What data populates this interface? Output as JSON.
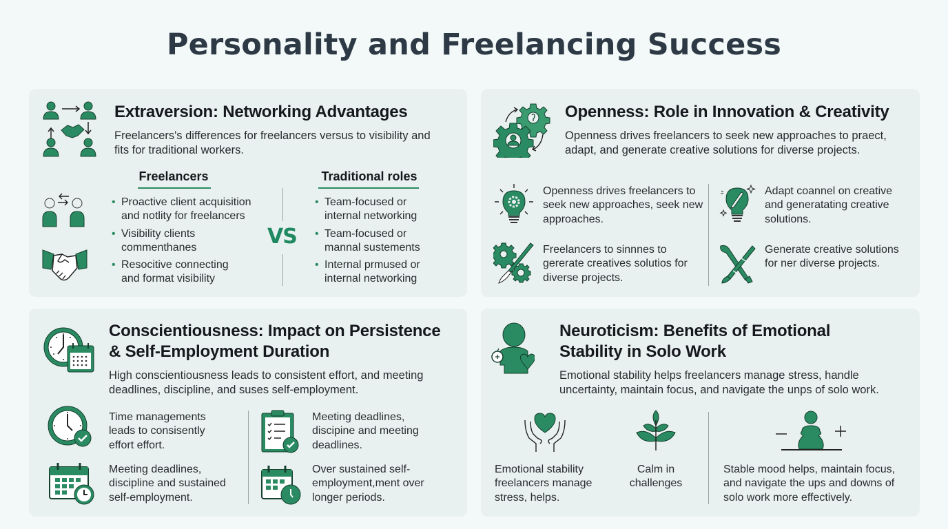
{
  "title": "Personality and Freelancing Success",
  "colors": {
    "accent": "#1f8a61",
    "icon_fill": "#2a8a62",
    "card_bg": "#e9f1f0",
    "page_bg": "#f3f9f9",
    "title": "#2d3a45"
  },
  "extraversion": {
    "icon": "networking-people-handshake-icon",
    "heading": "Extraversion: Networking Advantages",
    "description": "Freelancers's differences for freelancers versus to visibility and fits for traditional workers.",
    "freelancers": {
      "label": "Freelancers",
      "bullets": [
        "Proactive client acquisition and notlity for freelancers",
        "Visibility clients commenthanes",
        "Resocitive connecting and format visibility"
      ]
    },
    "vs_label": "VS",
    "traditional": {
      "label": "Traditional roles",
      "bullets": [
        "Team-focused or internal networking",
        "Team-focused or mannal sustements",
        "Internal prmused or internal networking"
      ]
    }
  },
  "openness": {
    "icon": "gears-lightbulb-icon",
    "heading": "Openness: Role in Innovation & Creativity",
    "description": "Openness drives freelancers to seek new approaches to praect, adapt, and generate creative solutions for diverse projects.",
    "items": [
      {
        "icon": "lightbulb-gear-icon",
        "text": "Openness drives freelancers to seek new approaches, seek new approaches."
      },
      {
        "icon": "lightbulb-pen-icon",
        "text": "Adapt coannel on creative and generatating creative solutions."
      },
      {
        "icon": "gears-paintbrush-icon",
        "text": "Freelancers to sinnnes to gererate creatives solutios for diverse projects."
      },
      {
        "icon": "crossed-brush-pencil-icon",
        "text": "Generate creative solutions for ner diverse projects."
      }
    ]
  },
  "conscientiousness": {
    "icon": "clock-calendar-icon",
    "heading_line1": "Conscientiousness: Impact on Persistence",
    "heading_line2": "& Self-Employment Duration",
    "description": "High conscientiousness leads to consistent effort, and meeting deadlines, discipline, and suses self-employment.",
    "items": [
      {
        "icon": "clock-check-icon",
        "text": "Time managements leads to consisently effort effort."
      },
      {
        "icon": "clipboard-checklist-icon",
        "text": "Meeting deadlines, discipine and meeting deadlines."
      },
      {
        "icon": "calendar-clock-icon",
        "text": "Meeting deadlines, discipline and sustained self-employment."
      },
      {
        "icon": "calendar-clock-icon",
        "text": "Over sustained self-employment,ment over longer periods."
      }
    ]
  },
  "neuroticism": {
    "icon": "person-heart-icon",
    "heading_line1": "Neuroticism: Benefits of Emotional",
    "heading_line2": "Stability in Solo Work",
    "description": "Emotional stability helps freelancers manage stress, handle uncertainty, maintain focus, and navigate the unps of solo work.",
    "items": [
      {
        "icon": "hands-heart-icon",
        "text": "Emotional stability freelancers manage stress, helps."
      },
      {
        "icon": "plant-sprout-icon",
        "text": "Calm in challenges"
      },
      {
        "icon": "balanced-person-icon",
        "text": "Stable mood helps, maintain focus, and navigate the ups and downs of solo work more effectively."
      }
    ]
  }
}
